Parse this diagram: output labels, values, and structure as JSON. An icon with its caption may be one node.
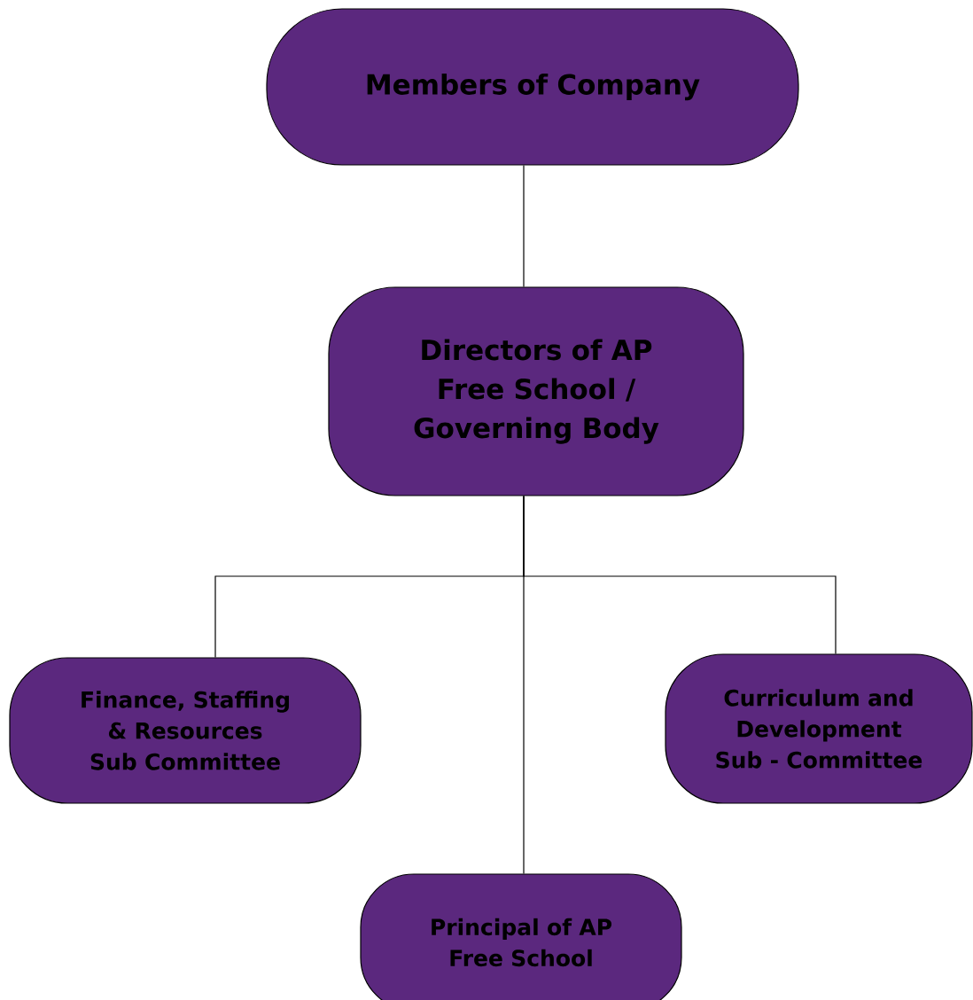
{
  "diagram": {
    "nodes": [
      {
        "text": [
          "Members of Company"
        ]
      },
      {
        "text": [
          "Directors of AP Free School / Governing Body"
        ]
      },
      {
        "text": [
          "Finance, Staffing & Resources Sub Committee"
        ]
      },
      {
        "text": [
          "Curriculum and Development Sub - Committee"
        ]
      },
      {
        "text": [
          "Principal of AP Free School"
        ]
      }
    ],
    "edges": [
      {
        "from": 0,
        "to": 1,
        "arrow": "none"
      },
      {
        "from": 1,
        "to": 2,
        "arrow": "none"
      },
      {
        "from": 1,
        "to": 4,
        "arrow": "none"
      },
      {
        "from": 1,
        "to": 3,
        "arrow": "none"
      }
    ]
  }
}
